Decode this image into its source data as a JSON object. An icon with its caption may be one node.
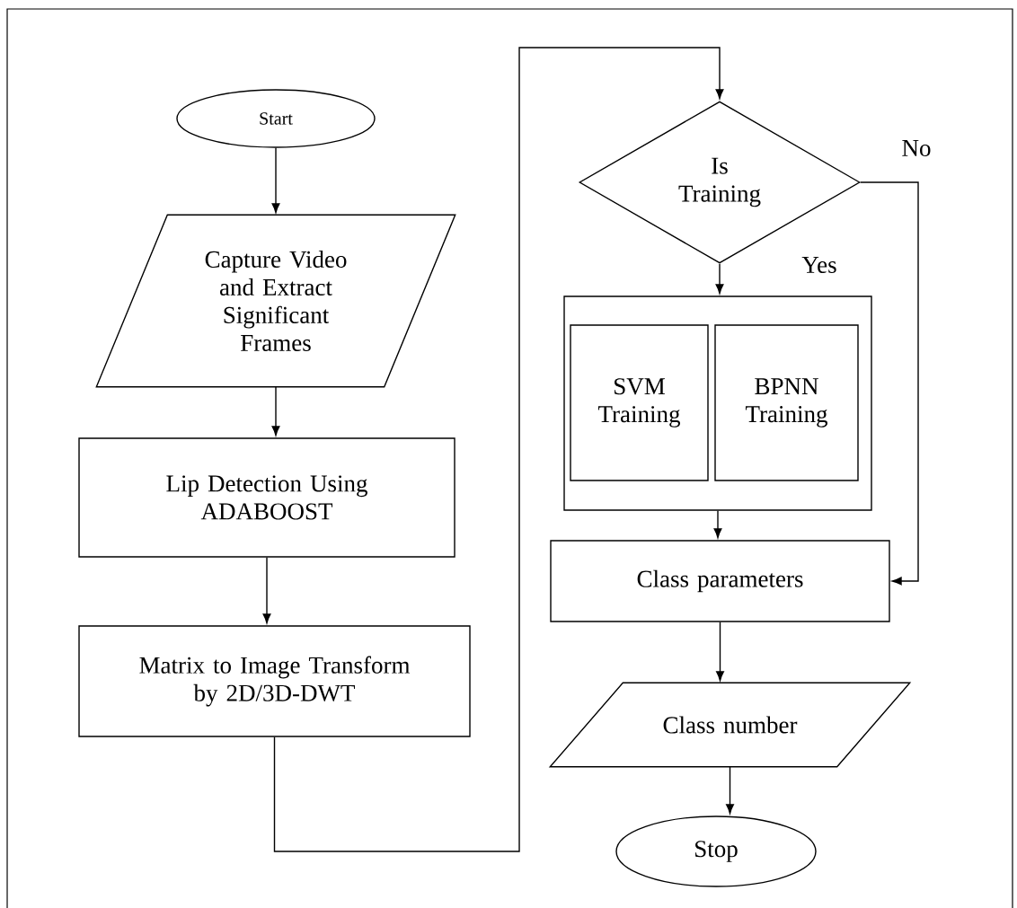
{
  "diagram": {
    "nodes": [
      {
        "text": [
          "Start"
        ]
      },
      {
        "text": [
          "Capture Video and Extract Significant Frames"
        ]
      },
      {
        "text": [
          "Lip Detection Using ADABOOST"
        ]
      },
      {
        "text": [
          "Matrix to Image Transform by 2D/3D-DWT"
        ]
      },
      {
        "text": [
          "Is Training"
        ]
      },
      {
        "text": [],
        "shape": "box"
      },
      {
        "text": [
          "SVM Training"
        ],
        "in": 5
      },
      {
        "text": [
          "BPNN Training"
        ],
        "in": 5
      },
      {
        "text": [
          "Class parameters"
        ]
      },
      {
        "text": [
          "Class number"
        ]
      },
      {
        "text": [
          "Stop"
        ]
      }
    ],
    "edges": [
      {
        "from": 0,
        "to": 1,
        "arrow": "to"
      },
      {
        "from": 1,
        "to": 2,
        "arrow": "to"
      },
      {
        "from": 2,
        "to": 3,
        "arrow": "to"
      },
      {
        "from": 3,
        "to": 4,
        "arrow": "to"
      },
      {
        "from": 4,
        "to": 5,
        "arrow": "to",
        "label": "Yes"
      },
      {
        "from": 4,
        "to": 8,
        "arrow": "to",
        "label": "No"
      },
      {
        "from": 5,
        "to": 8,
        "arrow": "to"
      },
      {
        "from": 8,
        "to": 9,
        "arrow": "to"
      },
      {
        "from": 9,
        "to": 10,
        "arrow": "to"
      }
    ]
  }
}
